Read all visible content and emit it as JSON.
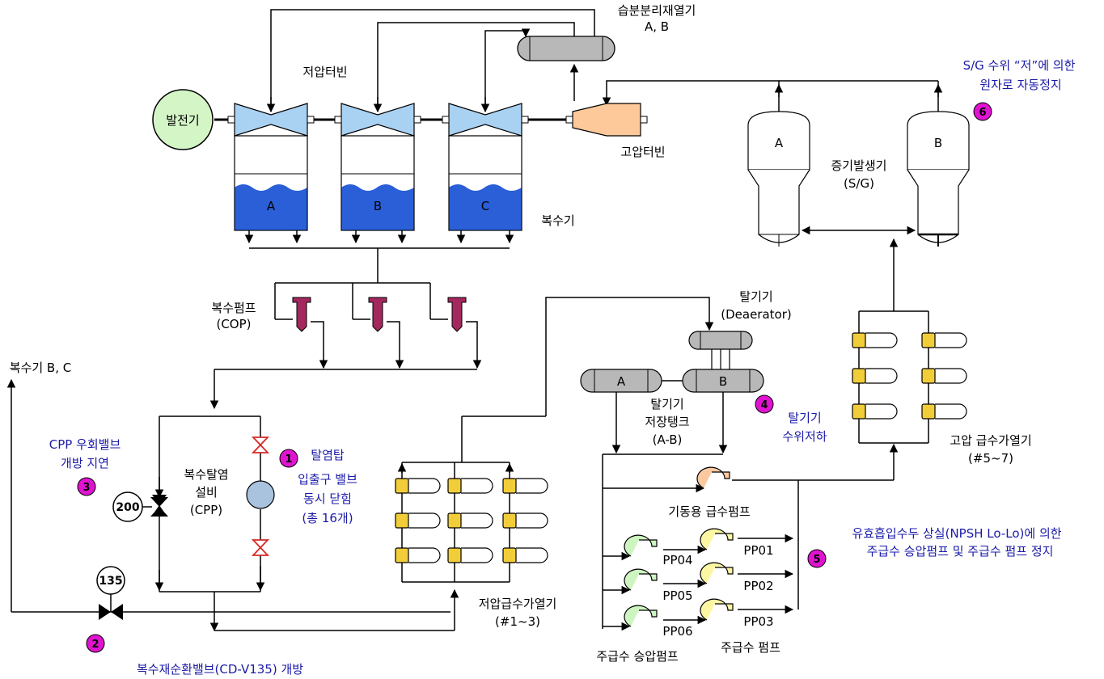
{
  "title_labels": {
    "msr": "습분분리재열기",
    "msr_sub": "A, B",
    "lp_turbine": "저압터빈",
    "hp_turbine": "고압터빈",
    "generator": "발전기",
    "condenser": "복수기",
    "cop_line1": "복수펌프",
    "cop_line2": "(COP)",
    "deaerator_line1": "탈기기",
    "deaerator_line2": "(Deaerator)",
    "da_tank_line1": "탈기기",
    "da_tank_line2": "저장탱크",
    "da_tank_line3": "(A-B)",
    "sg_line1": "증기발생기",
    "sg_line2": "(S/G)",
    "hp_heater_line1": "고압 급수가열기",
    "hp_heater_line2": "(#5~7)",
    "lp_heater_line1": "저압급수가열기",
    "lp_heater_line2": "(#1~3)",
    "cpp_line1": "복수탈염",
    "cpp_line2": "설비",
    "cpp_line3": "(CPP)",
    "startup_pump": "기동용 급수펌프",
    "booster_pumps": "주급수 승압펌프",
    "main_pumps": "주급수 펌프",
    "to_condenser": "복수기 B, C"
  },
  "units": {
    "condensers": [
      "A",
      "B",
      "C"
    ],
    "sg": [
      "A",
      "B"
    ],
    "da_tanks": [
      "A",
      "B"
    ],
    "booster_pumps": [
      "PP04",
      "PP05",
      "PP06"
    ],
    "main_pumps": [
      "PP01",
      "PP02",
      "PP03"
    ]
  },
  "valves": {
    "bypass": "200",
    "recirc": "135"
  },
  "events": [
    {
      "num": "1",
      "lines": [
        "탈염탑",
        "입출구 밸브",
        "동시 닫힘",
        "(총 16개)"
      ]
    },
    {
      "num": "2",
      "lines": [
        "복수재순환밸브(CD-V135) 개방"
      ]
    },
    {
      "num": "3",
      "lines": [
        "CPP 우회밸브",
        "개방 지연"
      ]
    },
    {
      "num": "4",
      "lines": [
        "탈기기",
        "수위저하"
      ]
    },
    {
      "num": "5",
      "lines": [
        "유효흡입수두 상실(NPSH Lo-Lo)에 의한",
        "주급수 승압펌프 및 주급수 펌프 정지"
      ]
    },
    {
      "num": "6",
      "lines": [
        "S/G 수위 “저”에 의한",
        "원자로 자동정지"
      ]
    }
  ],
  "colors": {
    "turbine_lp": "#a9d1f2",
    "turbine_hp": "#fdc89a",
    "generator": "#d4f5c6",
    "condenser_water": "#2a5fd8",
    "cop": "#a4285e",
    "vessel": "#b8b8b8",
    "heater": "#f2cd3a",
    "cpp": "#a9c2dd",
    "booster": "#cdf5c0",
    "main_pump": "#fdf7a4",
    "startup_pump": "#fbc9a0",
    "marker": "#e014d0",
    "valve_red": "#d42a2a",
    "annotation_text": "#1a1aa8"
  }
}
